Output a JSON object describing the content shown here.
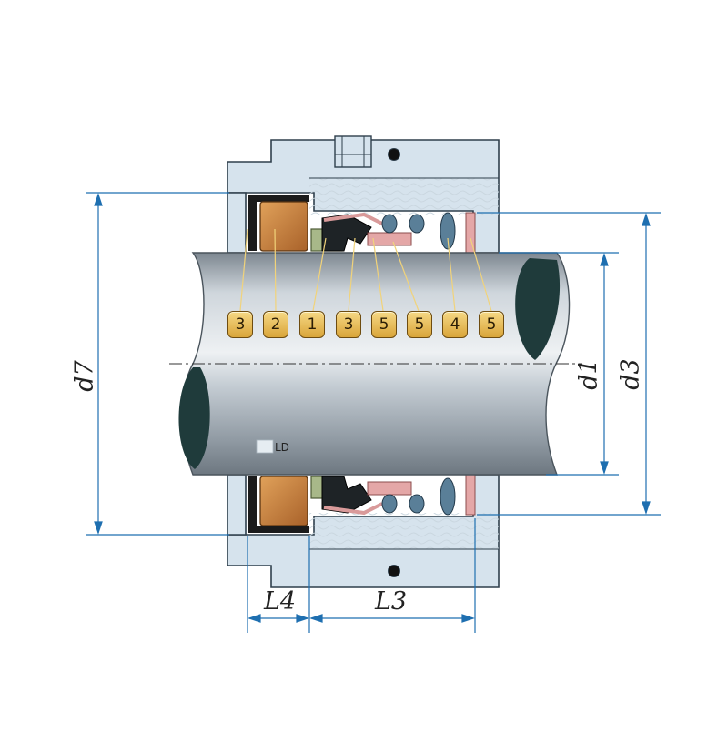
{
  "dimensions": {
    "d7": "d7",
    "d1": "d1",
    "d3": "d3",
    "L4": "L4",
    "L3": "L3"
  },
  "part_numbers": [
    "3",
    "2",
    "1",
    "3",
    "5",
    "5",
    "4",
    "5"
  ],
  "shaft_marking": "LD",
  "colors": {
    "housing": "#d6e3ed",
    "housing_stroke": "#2f3f4c",
    "shaft": "#b8c2cc",
    "shaft_end": "#1f3b3b",
    "face_ring": "#c67b34",
    "seat_green": "#a8b889",
    "bellows": "#e4a7a7",
    "spring": "#5a7f98",
    "fluid": "#eef4f8",
    "dimension_line": "#1e6fb0",
    "badge_fill": "#e6b955"
  }
}
